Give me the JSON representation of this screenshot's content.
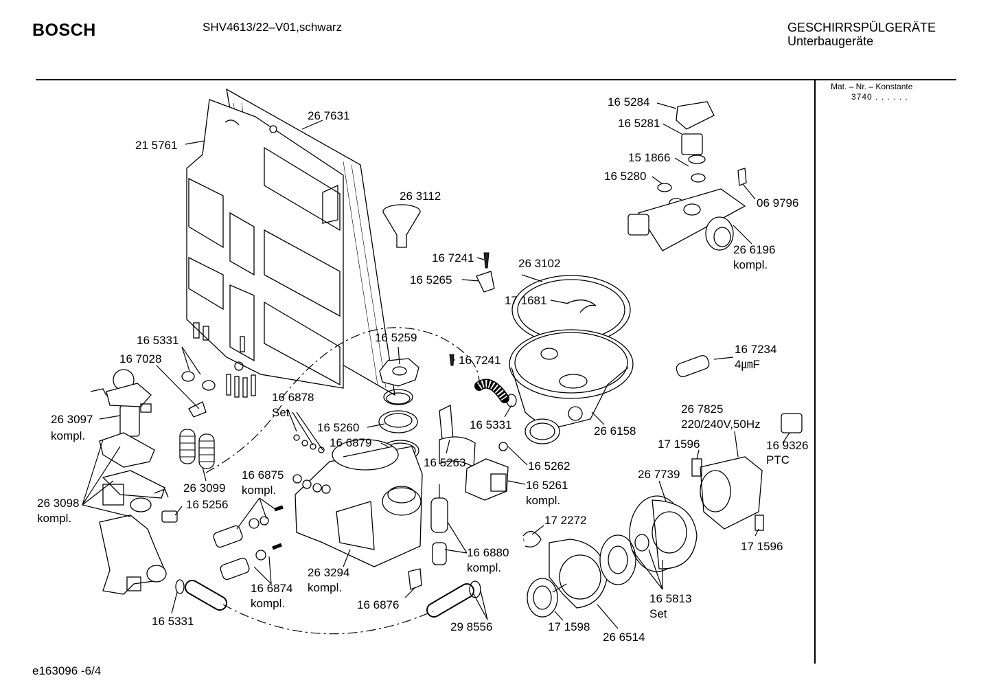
{
  "header": {
    "brand": "BOSCH",
    "model": "SHV4613/22–V01,schwarz",
    "category_line1": "GESCHIRRSPÜLGERÄTE",
    "category_line2": "Unterbaugeräte"
  },
  "side_panel": {
    "mat_label": "Mat. – Nr. – Konstante",
    "mat_value": "3740 . . . . . ."
  },
  "footer": {
    "code": "e163096 -6/4"
  },
  "parts": [
    {
      "id": "p267631",
      "text": "26 7631"
    },
    {
      "id": "p215761",
      "text": "21 5761"
    },
    {
      "id": "p263112",
      "text": "26 3112"
    },
    {
      "id": "p165284",
      "text": "16 5284"
    },
    {
      "id": "p165281",
      "text": "16 5281"
    },
    {
      "id": "p151866",
      "text": "15 1866"
    },
    {
      "id": "p165280",
      "text": "16 5280"
    },
    {
      "id": "p069796",
      "text": "06 9796"
    },
    {
      "id": "p266196",
      "text": "26 6196"
    },
    {
      "id": "p266196k",
      "text": "kompl."
    },
    {
      "id": "p167241a",
      "text": "16 7241"
    },
    {
      "id": "p165265",
      "text": "16 5265"
    },
    {
      "id": "p263102",
      "text": "26 3102"
    },
    {
      "id": "p171681",
      "text": "17 1681"
    },
    {
      "id": "p165331a",
      "text": "16 5331"
    },
    {
      "id": "p167028",
      "text": "16 7028"
    },
    {
      "id": "p165259",
      "text": "16 5259"
    },
    {
      "id": "p167241b",
      "text": "16 7241"
    },
    {
      "id": "p167234",
      "text": "16 7234"
    },
    {
      "id": "p4mf",
      "text": "4㎛F"
    },
    {
      "id": "p263097",
      "text": "26 3097"
    },
    {
      "id": "p263097k",
      "text": "kompl."
    },
    {
      "id": "p166878",
      "text": "16 6878"
    },
    {
      "id": "pset1",
      "text": "Set"
    },
    {
      "id": "p165260",
      "text": "16 5260"
    },
    {
      "id": "p166879",
      "text": "16 6879"
    },
    {
      "id": "p165331b",
      "text": "16 5331"
    },
    {
      "id": "p266158",
      "text": "26 6158"
    },
    {
      "id": "p267825",
      "text": "26 7825"
    },
    {
      "id": "p220v",
      "text": "220/240V,50Hz"
    },
    {
      "id": "p171596a",
      "text": "17 1596"
    },
    {
      "id": "p169326",
      "text": "16 9326"
    },
    {
      "id": "pptc",
      "text": "PTC"
    },
    {
      "id": "p165263",
      "text": "16 5263"
    },
    {
      "id": "p165262",
      "text": "16 5262"
    },
    {
      "id": "p263099",
      "text": "26 3099"
    },
    {
      "id": "p166875",
      "text": "16 6875"
    },
    {
      "id": "p166875k",
      "text": "kompl."
    },
    {
      "id": "p267739",
      "text": "26 7739"
    },
    {
      "id": "p165261",
      "text": "16 5261"
    },
    {
      "id": "p165261k",
      "text": "kompl."
    },
    {
      "id": "p263098",
      "text": "26 3098"
    },
    {
      "id": "p263098k",
      "text": "kompl."
    },
    {
      "id": "p165256",
      "text": "16 5256"
    },
    {
      "id": "p172272",
      "text": "17 2272"
    },
    {
      "id": "p171596b",
      "text": "17 1596"
    },
    {
      "id": "p166880",
      "text": "16 6880"
    },
    {
      "id": "p166880k",
      "text": "kompl."
    },
    {
      "id": "p263294",
      "text": "26 3294"
    },
    {
      "id": "p263294k",
      "text": "kompl."
    },
    {
      "id": "p166874",
      "text": "16 6874"
    },
    {
      "id": "p166874k",
      "text": "kompl."
    },
    {
      "id": "p165813",
      "text": "16 5813"
    },
    {
      "id": "pset2",
      "text": "Set"
    },
    {
      "id": "p166876",
      "text": "16 6876"
    },
    {
      "id": "p165331c",
      "text": "16 5331"
    },
    {
      "id": "p298556",
      "text": "29 8556"
    },
    {
      "id": "p171598",
      "text": "17 1598"
    },
    {
      "id": "p266514",
      "text": "26 6514"
    }
  ]
}
